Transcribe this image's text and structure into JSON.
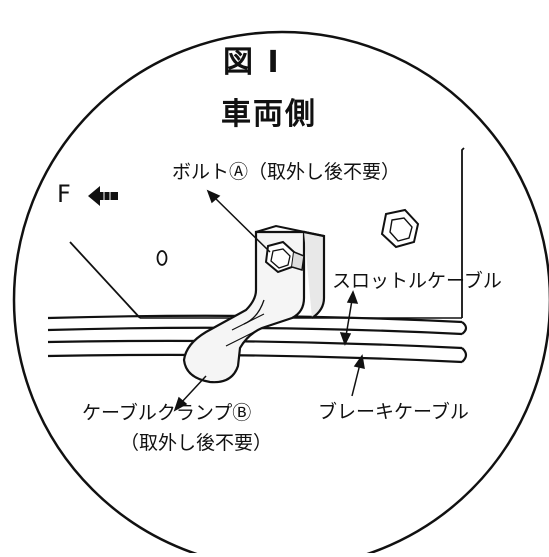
{
  "figure": {
    "title": "図 I",
    "subtitle": "車両側",
    "front_marker": "F"
  },
  "labels": {
    "bolt": "ボルトⒶ（取外し後不要）",
    "throttle_cable": "スロットルケーブル",
    "brake_cable": "ブレーキケーブル",
    "clamp": "ケーブルクランプⒷ",
    "clamp_note": "（取外し後不要）"
  },
  "colors": {
    "ink": "#111111",
    "paper": "#ffffff"
  }
}
